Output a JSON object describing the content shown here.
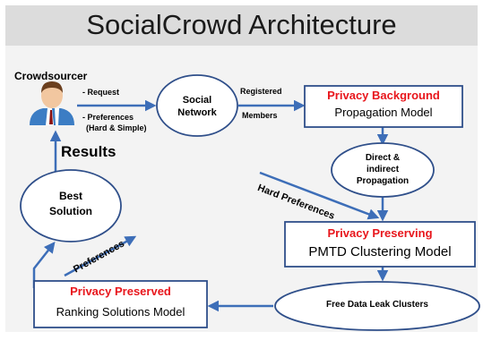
{
  "title": "SocialCrowd Architecture",
  "actor": {
    "label": "Crowdsourcer"
  },
  "inputs": {
    "request": "- Request",
    "preferences_1": "- Preferences",
    "preferences_2": "(Hard & Simple)"
  },
  "social_network": {
    "line1": "Social",
    "line2": "Network"
  },
  "registered": {
    "line1": "Registered",
    "line2": "Members"
  },
  "privacy_background": {
    "line1": "Privacy Background",
    "line2": "Propagation Model"
  },
  "propagation": {
    "line1": "Direct &",
    "line2": "indirect",
    "line3": "Propagation"
  },
  "hard_preferences": "Hard Preferences",
  "privacy_preserving": {
    "line1": "Privacy Preserving",
    "line2": "PMTD Clustering Model"
  },
  "clusters": "Free Data Leak Clusters",
  "privacy_preserved": {
    "line1": "Privacy Preserved",
    "line2": "Ranking Solutions Model"
  },
  "preferences_label": "Preferences",
  "best_solution": {
    "line1": "Best",
    "line2": "Solution"
  },
  "results": "Results",
  "colors": {
    "accent": "#3d6eb8",
    "highlight": "#e8161c",
    "title_bg": "#dcdcdc",
    "content_bg": "#f3f3f3"
  }
}
